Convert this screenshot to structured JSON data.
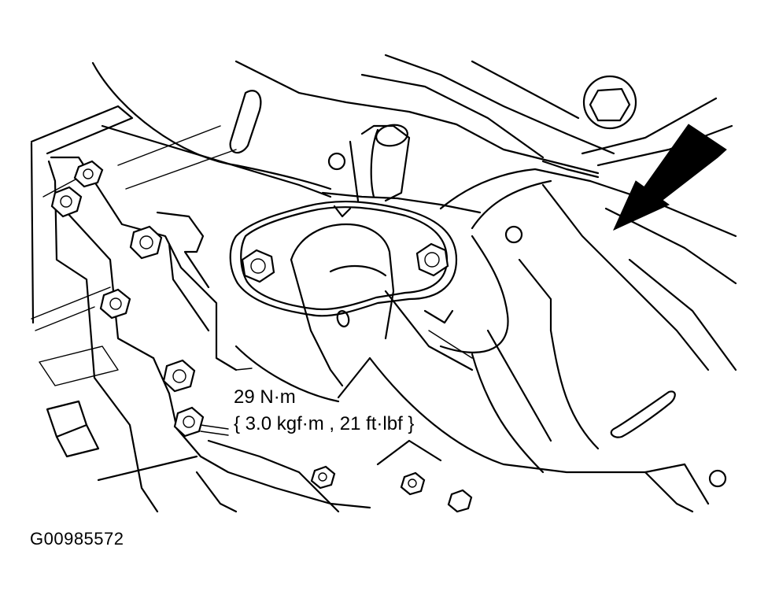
{
  "torque": {
    "line1": "29 N·m",
    "line2": "{ 3.0 kgf·m , 21 ft·lbf }"
  },
  "figure_id": "G00985572",
  "parts": {
    "arrow_icon": "direction-arrow",
    "bolt_icon": "hex-bolt"
  }
}
